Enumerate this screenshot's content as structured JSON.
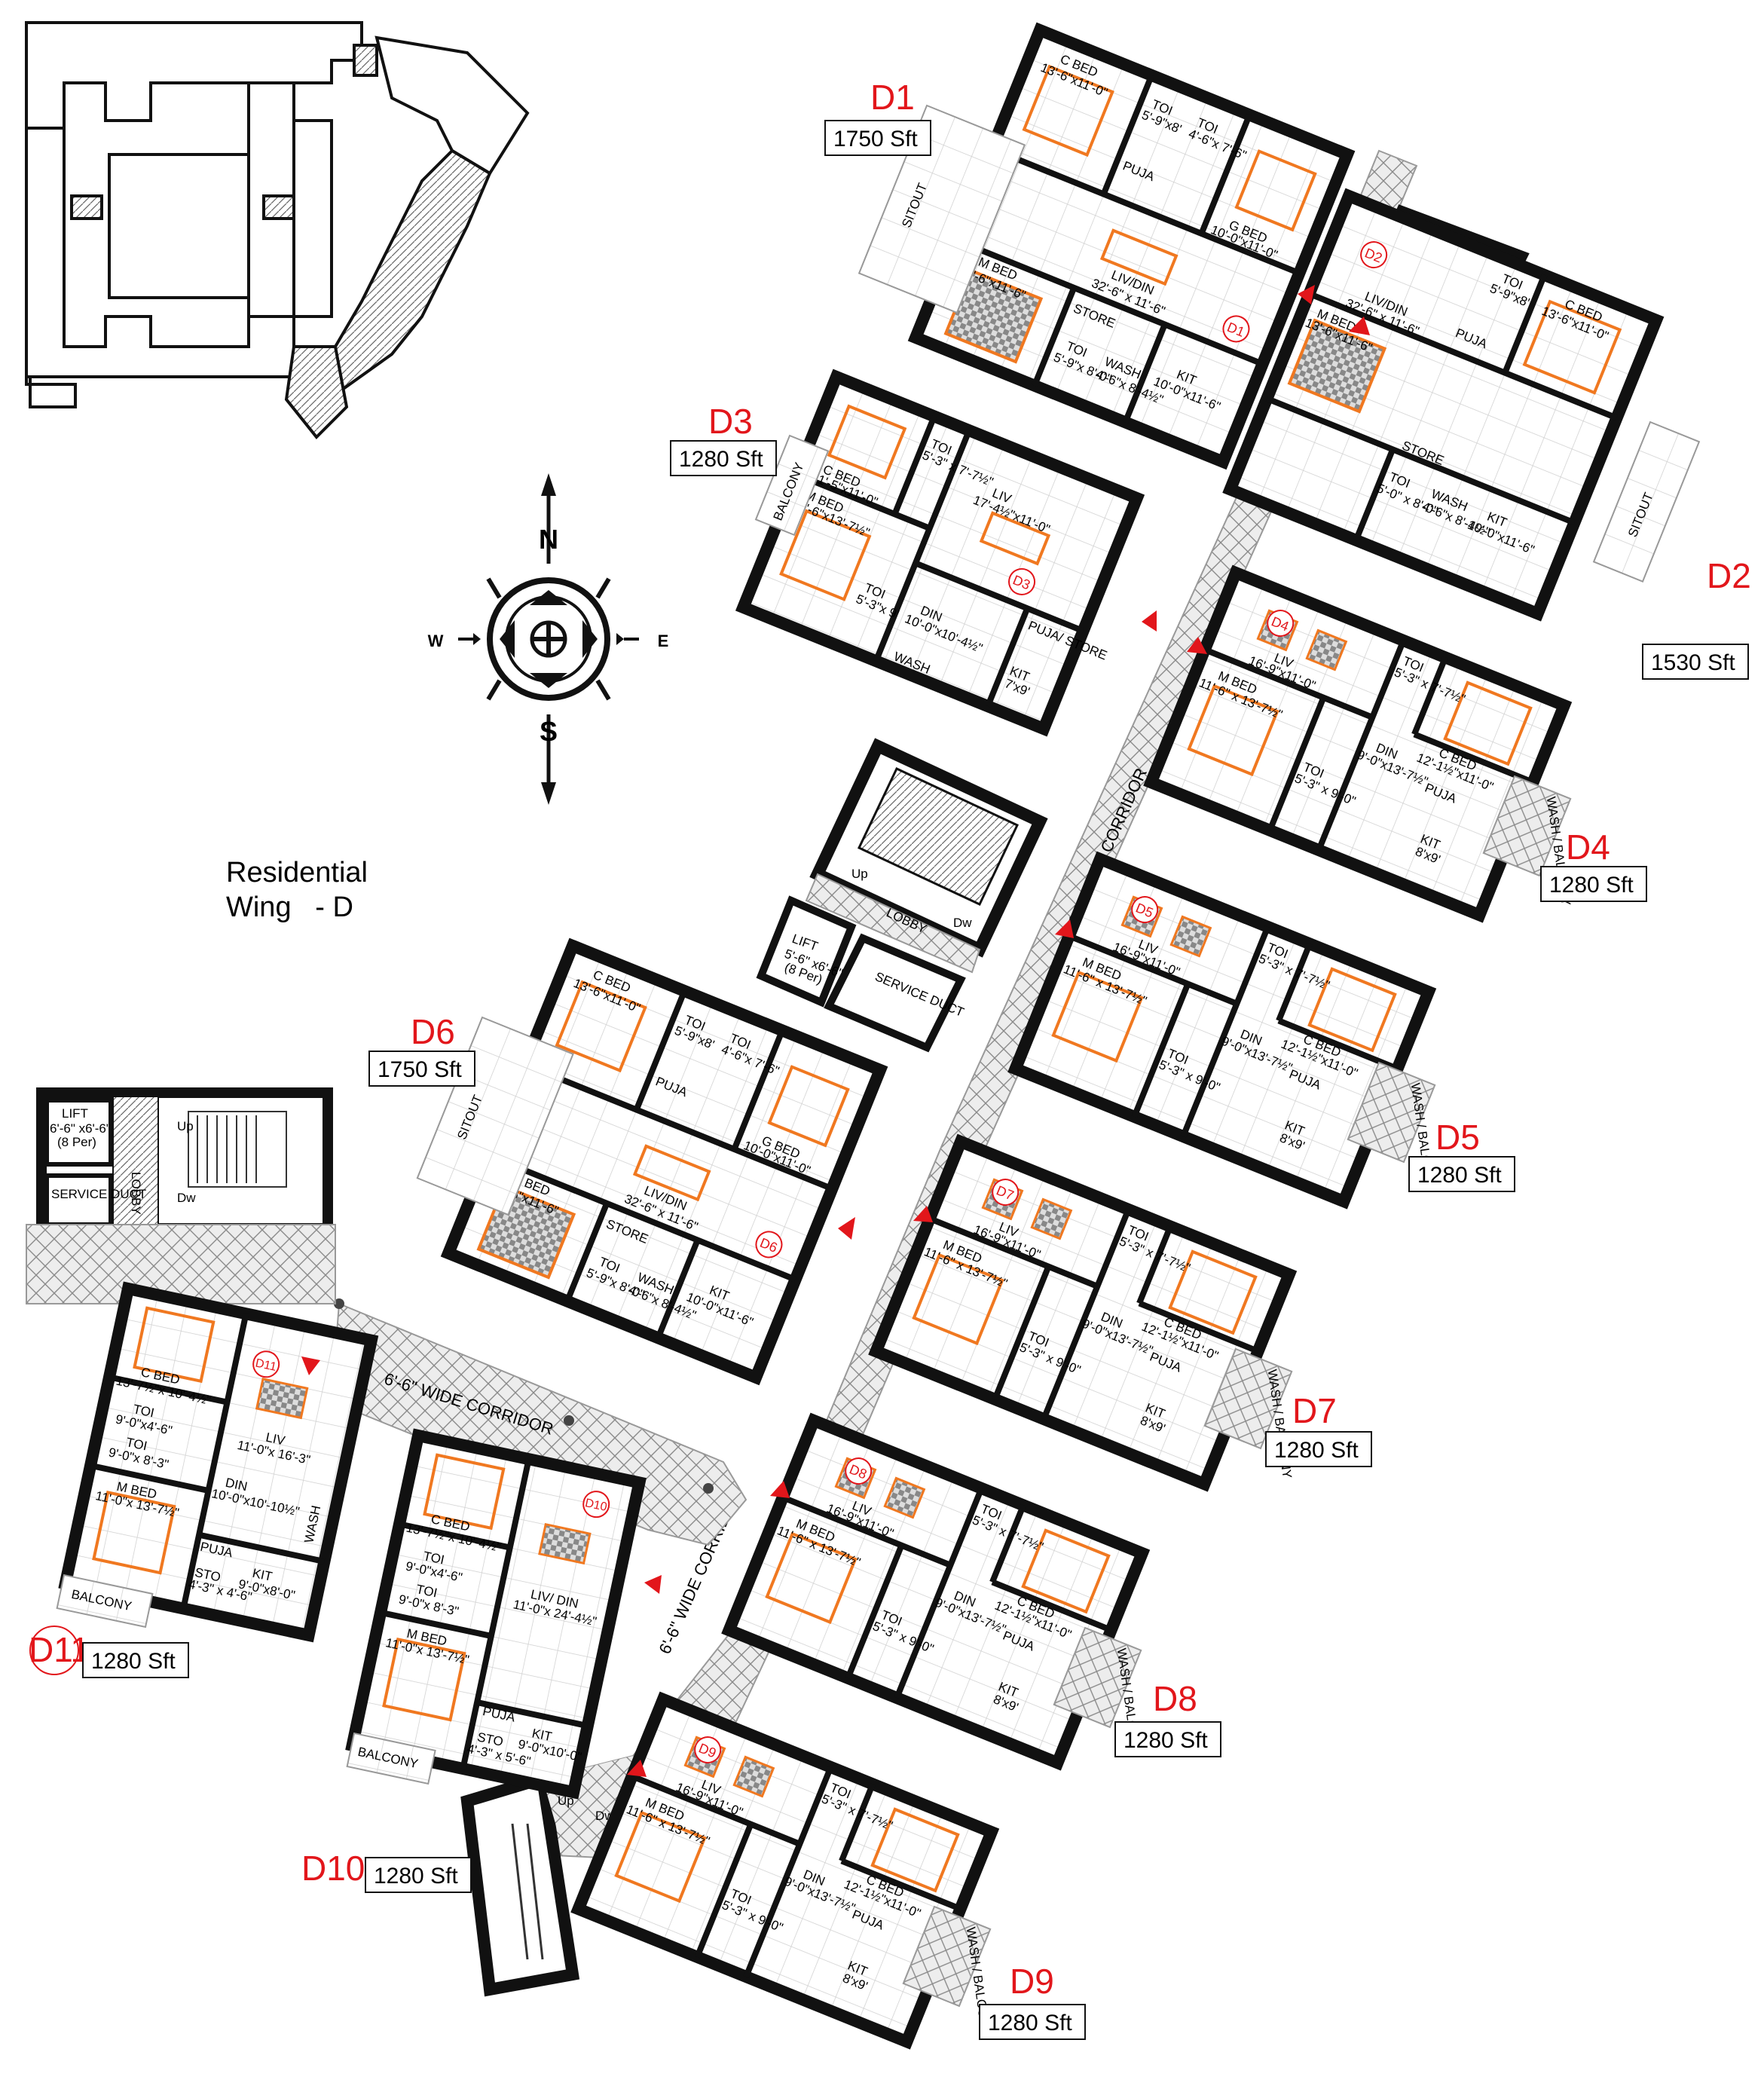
{
  "title": {
    "line1": "Residential",
    "line2": "Wing   - D"
  },
  "compass": {
    "n": "N",
    "s": "S",
    "e": "E",
    "w": "W"
  },
  "colors": {
    "wall": "#111111",
    "furniture": "#f07820",
    "unit_label": "#e2161b",
    "corridor": "#bdbdbd"
  },
  "units": [
    {
      "id": "D1",
      "area": "1750 Sft",
      "tag": "D1"
    },
    {
      "id": "D2",
      "area": "1530 Sft",
      "tag": "D2"
    },
    {
      "id": "D3",
      "area": "1280 Sft",
      "tag": "D3"
    },
    {
      "id": "D4",
      "area": "1280 Sft",
      "tag": "D4"
    },
    {
      "id": "D5",
      "area": "1280 Sft",
      "tag": "D5"
    },
    {
      "id": "D6",
      "area": "1750 Sft",
      "tag": "D6"
    },
    {
      "id": "D7",
      "area": "1280 Sft",
      "tag": "D7"
    },
    {
      "id": "D8",
      "area": "1280 Sft",
      "tag": "D8"
    },
    {
      "id": "D9",
      "area": "1280 Sft",
      "tag": "D9"
    },
    {
      "id": "D10",
      "area": "1280 Sft",
      "tag": "D10"
    },
    {
      "id": "D11",
      "area": "1280 Sft",
      "tag": "D11"
    }
  ],
  "corridors": {
    "main": "6'-6\" WIDE CORRIDOR",
    "lower": "6'-6\" WIDE CORRIDOR",
    "d10": "6'-6\" WIDE CORRIDOR"
  },
  "core_upper": {
    "lobby": "LOBBY",
    "up": "Up",
    "dw": "Dw",
    "lift": "LIFT",
    "lift_size": "5'-6\" x6'-6\"",
    "lift_cap": "(8 Per)",
    "duct": "SERVICE DUCT"
  },
  "core_left": {
    "lobby": "LOBBY",
    "up": "Up",
    "dw": "Dw",
    "lift": "LIFT",
    "lift_size": "6'-6\" x6'-6\"",
    "lift_cap": "(8 Per)",
    "duct": "SERVICE DUCT"
  },
  "core_top": {
    "up": "Up",
    "dw": "Dw"
  },
  "core_bottom": {
    "up": "Up",
    "dw": "Dw"
  },
  "rooms": {
    "d1": {
      "cbed": "C BED",
      "cbed_dim": "13'-6\"x11'-0\"",
      "toi1": "TOI",
      "toi1_dim": "5'-9\"x8'",
      "toi2": "TOI",
      "toi2_dim": "4'-6\"x 7'-6\"",
      "gbed": "G BED",
      "gbed_dim": "10'-0\"x11'-0\"",
      "puja": "PUJA",
      "sitout": "SITOUT",
      "mbed": "M BED",
      "mbed_dim": "13'-6\"x11'-6\"",
      "livdin": "LIV/DIN",
      "livdin_dim": "32'-6\" x 11'-6\"",
      "store": "STORE",
      "toi3": "TOI",
      "toi3_dim": "5'-9\"x 8'-0\"",
      "wash": "WASH",
      "wash_dim": "4'-6\"x 8'-4½\"",
      "kit": "KIT",
      "kit_dim": "10'-0\"x11'-6\""
    },
    "d2": {
      "toi1": "TOI",
      "toi1_dim": "5'-9\"x8'",
      "cbed": "C BED",
      "cbed_dim": "13'-6\"x11'-0\"",
      "livdin": "LIV/DIN",
      "livdin_dim": "32'-6\" x 11'-6\"",
      "puja": "PUJA",
      "mbed": "M BED",
      "mbed_dim": "13'-6\"x11'-6\"",
      "store": "STORE",
      "sitout": "SITOUT",
      "toi2": "TOI",
      "toi2_dim": "5'-0\" x 8'-0\"",
      "wash": "WASH",
      "wash_dim": "4'-6\"x 8'-4½\"",
      "kit": "KIT",
      "kit_dim": "10'-0\"x11'-6\""
    },
    "d3": {
      "balcony": "BALCONY",
      "cbed": "C BED",
      "cbed_dim": "11'-5\"x11'-0\"",
      "toi1": "TOI",
      "toi1_dim": "5'-3\" x 7'-7½\"",
      "mbed": "M BED",
      "mbed_dim": "11'-6\"x13'-7½\"",
      "liv": "LIV",
      "liv_dim": "17'-4½\"x11'-0\"",
      "toi2": "TOI",
      "toi2_dim": "5'-3\"x 9'",
      "din": "DIN",
      "din_dim": "10'-0\"x10'-4½\"",
      "puja": "PUJA/ STORE",
      "wash": "WASH",
      "kit": "KIT",
      "kit_dim": "7'x9'"
    },
    "typ": {
      "liv": "LIV",
      "liv_dim": "16'-9\"x11'-0\"",
      "toi1": "TOI",
      "toi1_dim": "5'-3\" x 7'-7½\"",
      "mbed": "M BED",
      "mbed_dim": "11'-6\" x 13'-7½\"",
      "cbed": "C BED",
      "cbed_dim": "12'-1½\"x11'-0\"",
      "toi2": "TOI",
      "toi2_dim": "5'-3\" x 9'-0\"",
      "din": "DIN",
      "din_dim": "9'-0\"x13'-7½\"",
      "puja": "PUJA",
      "wash": "WASH / BALCONY",
      "kit": "KIT",
      "kit_dim": "8'x9'"
    },
    "d6": {
      "cbed": "C BED",
      "cbed_dim": "13'-6\"x11'-0\"",
      "toi1": "TOI",
      "toi1_dim": "5'-9\"x8'",
      "toi2": "TOI",
      "toi2_dim": "4'-6\"x 7'-6\"",
      "gbed": "G BED",
      "gbed_dim": "10'-0\"x11'-0\"",
      "puja": "PUJA",
      "sitout": "SITOUT",
      "mbed": "M BED",
      "mbed_dim": "13'-6\"x11'-6\"",
      "livdin": "LIV/DIN",
      "livdin_dim": "32'-6\" x 11'-6\"",
      "store": "STORE",
      "toi3": "TOI",
      "toi3_dim": "5'-9\"x 8'-0\"",
      "wash": "WASH",
      "wash_dim": "4'-6\"x 8'-4½\"",
      "kit": "KIT",
      "kit_dim": "10'-0\"x11'-6\""
    },
    "d10": {
      "cbed": "C BED",
      "cbed_dim": "13'-7½\"x 10'-4½\"",
      "toi1": "TOI",
      "toi1_dim": "9'-0\"x4'-6\"",
      "toi2": "TOI",
      "toi2_dim": "9'-0\"x 8'-3\"",
      "livdin": "LIV/ DIN",
      "livdin_dim": "11'-0\"x 24'-4½\"",
      "mbed": "M BED",
      "mbed_dim": "11'-0\"x 13'-7½\"",
      "puja": "PUJA",
      "sto": "STO",
      "sto_dim": "4'-3\" x 5'-6\"",
      "kit": "KIT",
      "kit_dim": "9'-0\"x10'-0\"",
      "balcony": "BALCONY"
    },
    "d11": {
      "cbed": "C BED",
      "cbed_dim": "13'-7½\"x 10'-4½\"",
      "toi1": "TOI",
      "toi1_dim": "9'-0\"x4'-6\"",
      "toi2": "TOI",
      "toi2_dim": "9'-0\"x 8'-3\"",
      "liv": "LIV",
      "liv_dim": "11'-0\"x 16'-3\"",
      "din": "DIN",
      "din_dim": "10'-0\"x10'-10½\"",
      "mbed": "M BED",
      "mbed_dim": "11'-0\"x 13'-7½\"",
      "puja": "PUJA",
      "sto": "STO",
      "sto_dim": "4'-3\" x 4'-6\"",
      "kit": "KIT",
      "kit_dim": "9'-0\"x8'-0\"",
      "wash": "WASH",
      "balcony": "BALCONY"
    }
  }
}
